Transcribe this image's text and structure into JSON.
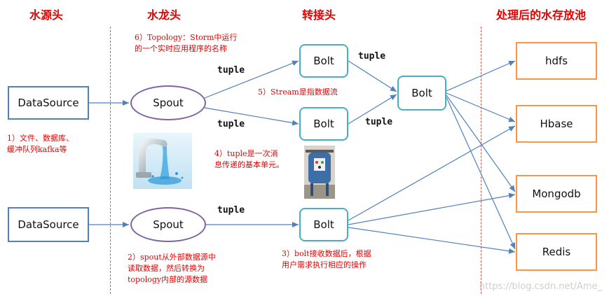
{
  "headers": {
    "source": "水源头",
    "faucet": "水龙头",
    "adapter": "转接头",
    "storage": "处理后的水存放池"
  },
  "nodes": {
    "datasource_top": "DataSource",
    "datasource_bottom": "DataSource",
    "spout_top": "Spout",
    "spout_bottom": "Spout",
    "bolt_top": "Bolt",
    "bolt_mid": "Bolt",
    "bolt_bottom": "Bolt",
    "bolt_merge": "Bolt",
    "out_hdfs": "hdfs",
    "out_hbase": "Hbase",
    "out_mongodb": "Mongodb",
    "out_redis": "Redis"
  },
  "edge_labels": {
    "tuple_1": "tuple",
    "tuple_2": "tuple",
    "tuple_3": "tuple",
    "tuple_4": "tuple",
    "tuple_5": "tuple"
  },
  "notes": {
    "note1": [
      "1）文件、数据库、",
      "缓冲队列kafka等"
    ],
    "note2": [
      "2）spout从外部数据源中",
      "读取数据，然后转换为",
      "topology内部的源数据"
    ],
    "note3": [
      "3）bolt接收数据后，根据",
      "用户需求执行相应的操作"
    ],
    "note4": [
      "4）tuple是一次消",
      "息传递的基本单元。"
    ],
    "note5": [
      "5）Stream是指数据流"
    ],
    "note6": [
      "6）Topology：Storm中运行",
      "的一个实时应用程序的名称"
    ]
  },
  "watermark": "https://blog.csdn.net/Ame_",
  "colors": {
    "header_red": "#e60000",
    "datasource_border": "#4f81bd",
    "bolt_border": "#4bacc6",
    "spout_border": "#8064a2",
    "output_border": "#f79646",
    "arrow": "#4f81bd"
  },
  "icons": {
    "faucet": "faucet-image",
    "tank": "water-tank-image"
  }
}
